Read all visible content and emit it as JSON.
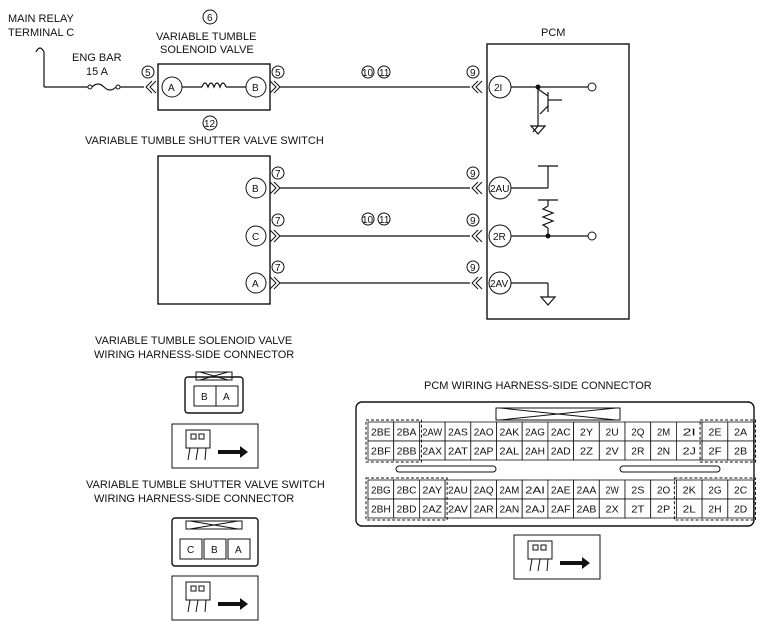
{
  "labels": {
    "main_relay_1": "MAIN RELAY",
    "main_relay_2": "TERMINAL C",
    "fuse_1": "ENG BAR",
    "fuse_2": "15 A",
    "solenoid_title_1": "VARIABLE TUMBLE",
    "solenoid_title_2": "SOLENOID VALVE",
    "switch_title": "VARIABLE TUMBLE SHUTTER VALVE SWITCH",
    "pcm": "PCM",
    "solenoid_conn_1": "VARIABLE TUMBLE SOLENOID VALVE",
    "solenoid_conn_2": "WIRING HARNESS-SIDE CONNECTOR",
    "switch_conn_1": "VARIABLE TUMBLE SHUTTER VALVE SWITCH",
    "switch_conn_2": "WIRING HARNESS-SIDE CONNECTOR",
    "pcm_conn": "PCM WIRING HARNESS-SIDE CONNECTOR"
  },
  "refs": {
    "r5a": "5",
    "r5b": "5",
    "r6": "6",
    "r12": "12",
    "r7a": "7",
    "r7b": "7",
    "r7c": "7",
    "r9a": "9",
    "r9b": "9",
    "r9c": "9",
    "r9d": "9",
    "r10a": "10",
    "r11a": "11",
    "r10b": "10",
    "r11b": "11"
  },
  "pins": {
    "sol_a": "A",
    "sol_b": "B",
    "sw_b": "B",
    "sw_c": "C",
    "sw_a": "A",
    "pcm_2i": "2I",
    "pcm_2au": "2AU",
    "pcm_2r": "2R",
    "pcm_2av": "2AV"
  },
  "sol_connector": [
    "B",
    "A"
  ],
  "sw_connector": [
    "C",
    "B",
    "A"
  ],
  "pcm_connector_rows": [
    [
      "2BE",
      "2BA",
      "2AW",
      "2AS",
      "2AO",
      "2AK",
      "2AG",
      "2AC",
      "2Y",
      "2U",
      "2Q",
      "2M",
      "2I",
      "2E",
      "2A"
    ],
    [
      "2BF",
      "2BB",
      "2AX",
      "2AT",
      "2AP",
      "2AL",
      "2AH",
      "2AD",
      "2Z",
      "2V",
      "2R",
      "2N",
      "2J",
      "2F",
      "2B"
    ],
    [
      "2BG",
      "2BC",
      "2AY",
      "2AU",
      "2AQ",
      "2AM",
      "2AI",
      "2AE",
      "2AA",
      "2W",
      "2S",
      "2O",
      "2K",
      "2G",
      "2C"
    ],
    [
      "2BH",
      "2BD",
      "2AZ",
      "2AV",
      "2AR",
      "2AN",
      "2AJ",
      "2AF",
      "2AB",
      "2X",
      "2T",
      "2P",
      "2L",
      "2H",
      "2D"
    ]
  ]
}
